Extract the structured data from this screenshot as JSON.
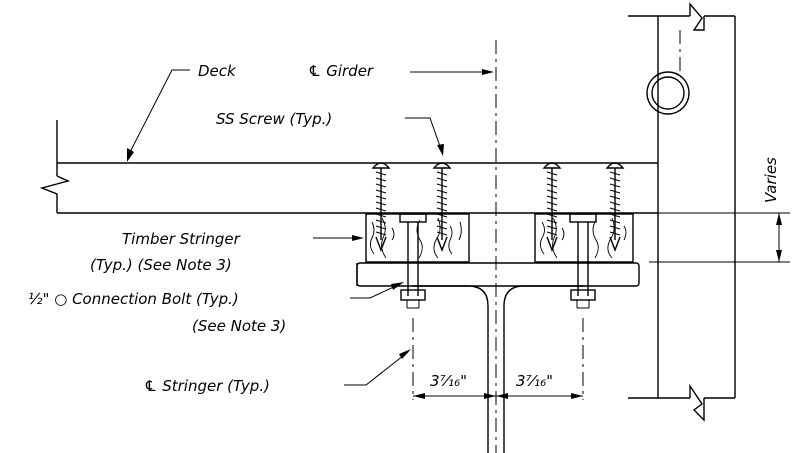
{
  "labels": {
    "deck": "Deck",
    "girder_cl": "℄ Girder",
    "ss_screw": "SS Screw (Typ.)",
    "timber_stringer_1": "Timber Stringer",
    "timber_stringer_2": "(Typ.) (See Note 3)",
    "bolt_1": "½\" ○ Connection Bolt (Typ.)",
    "bolt_2": "(See Note 3)",
    "stringer_cl": "℄ Stringer (Typ.)",
    "dim_left": "3⁷⁄₁₆\"",
    "dim_right": "3⁷⁄₁₆\"",
    "varies": "Varies"
  }
}
